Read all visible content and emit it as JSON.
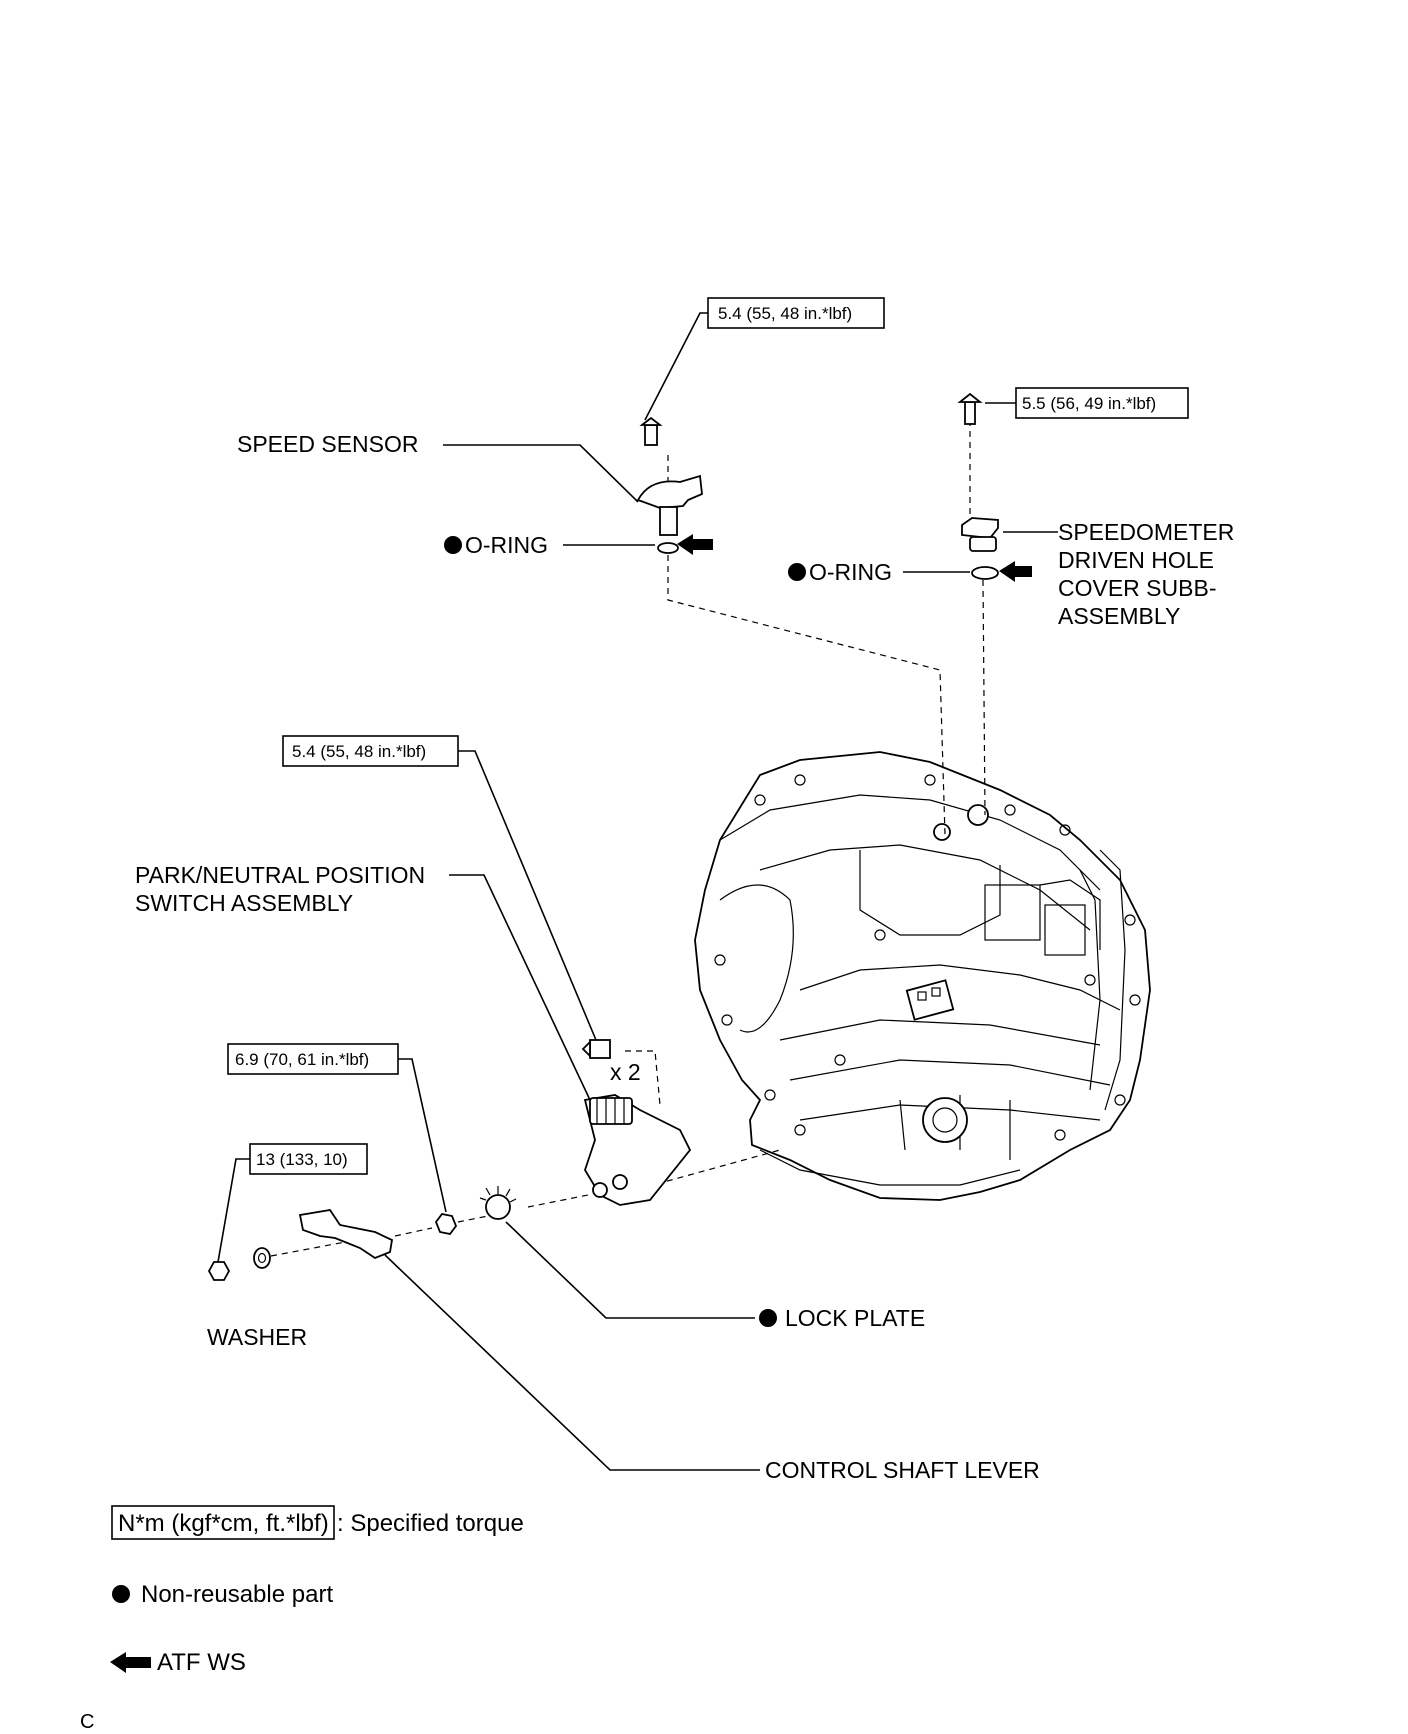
{
  "labels": {
    "speed_sensor": "SPEED SENSOR",
    "o_ring_1": "O-RING",
    "o_ring_2": "O-RING",
    "speedometer_1": "SPEEDOMETER",
    "speedometer_2": "DRIVEN HOLE",
    "speedometer_3": "COVER SUBB-",
    "speedometer_4": "ASSEMBLY",
    "pnp_switch_1": "PARK/NEUTRAL POSITION",
    "pnp_switch_2": "SWITCH ASSEMBLY",
    "qty": "x 2",
    "washer": "WASHER",
    "lock_plate": "LOCK PLATE",
    "control_shaft_lever": "CONTROL SHAFT LEVER"
  },
  "torques": {
    "speed_sensor_bolt": "5.4 (55, 48 in.*lbf)",
    "speedometer_cover_bolt": "5.5 (56, 49 in.*lbf)",
    "pnp_switch_bolt": "5.4 (55, 48 in.*lbf)",
    "pnp_switch_nut": "6.9 (70, 61 in.*lbf)",
    "lever_nut": "13 (133, 10)"
  },
  "legend": {
    "torque_box": "N*m (kgf*cm, ft.*lbf)",
    "torque_desc": ": Specified torque",
    "nonreusable": "Non-reusable part",
    "atf": "ATF WS"
  },
  "footer": {
    "code": "C"
  }
}
